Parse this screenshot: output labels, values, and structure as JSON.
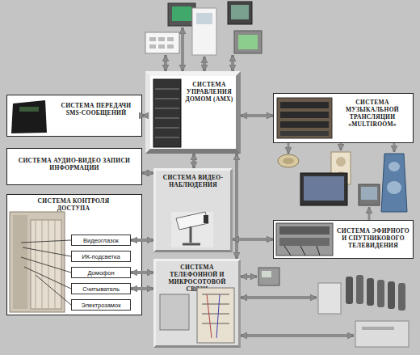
{
  "diagram": {
    "nodes": [
      {
        "text": [
          "СИСТЕМА УПРАВЛЕНИЯ ДОМОМ (AMX)"
        ]
      },
      {
        "text": [
          "СИСТЕМА ПЕРЕДАЧИ SMS-СООБЩЕНИЙ"
        ]
      },
      {
        "text": [
          "СИСТЕМА МУЗЫКАЛЬНОЙ ТРАНСЛЯЦИИ «MULTIROOM»"
        ]
      },
      {
        "text": [
          "СИСТЕМА АУДИО-ВИДЕО ЗАПИСИ ИНФОРМАЦИИ"
        ]
      },
      {
        "text": [
          "СИСТЕМА ВИДЕО-НАБЛЮДЕНИЯ"
        ]
      },
      {
        "text": [
          "СИСТЕМА КОНТРОЛЯ ДОСТУПА"
        ]
      },
      {
        "text": [
          "Видеоглазок"
        ],
        "in": 5
      },
      {
        "text": [
          "ИК-подсветка"
        ],
        "in": 5
      },
      {
        "text": [
          "Домофон"
        ],
        "in": 5
      },
      {
        "text": [
          "Считыватель"
        ],
        "in": 5
      },
      {
        "text": [
          "Электрозамок"
        ],
        "in": 5
      },
      {
        "text": [
          "СИСТЕМА ЭФИРНОГО И СПУТНИКОВОГО ТЕЛЕВИДЕНИЯ"
        ]
      },
      {
        "text": [
          "СИСТЕМА ТЕЛЕФОННОЙ И МИКРОСОТОВОЙ СВЯЗИ"
        ]
      }
    ],
    "edges": [
      {
        "from": 0,
        "to": 1,
        "arrow": "both"
      },
      {
        "from": 0,
        "to": 2,
        "arrow": "both"
      },
      {
        "from": 0,
        "to": 4,
        "arrow": "both"
      },
      {
        "from": 0,
        "to": 12,
        "arrow": "both"
      },
      {
        "from": 3,
        "to": 4,
        "arrow": "both"
      },
      {
        "from": 6,
        "to": 4,
        "arrow": "both"
      },
      {
        "from": 4,
        "to": 11,
        "arrow": "both"
      },
      {
        "from": 8,
        "to": 12,
        "arrow": "both"
      },
      {
        "from": 9,
        "to": 12,
        "arrow": "both"
      }
    ]
  }
}
